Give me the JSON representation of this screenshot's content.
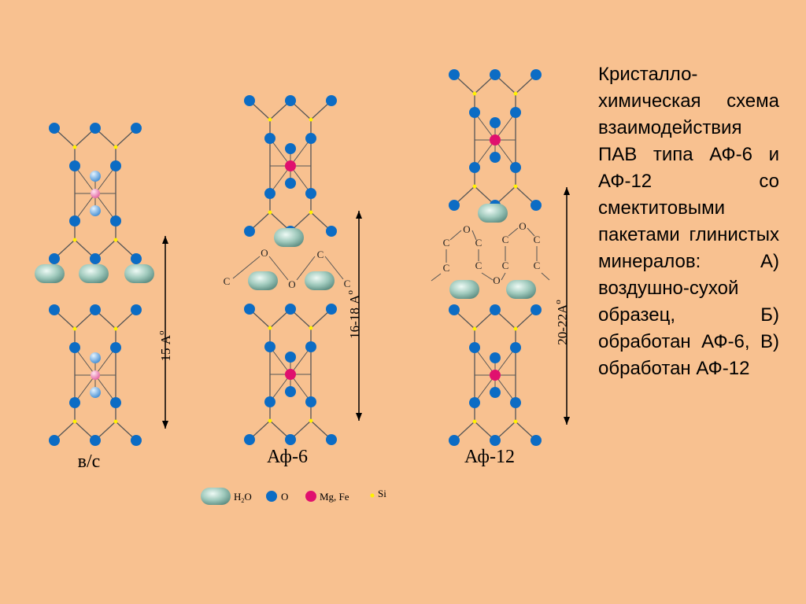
{
  "caption": "Кристалло-химическая схема взаимодействия ПАВ типа АФ-6 и АФ-12 со смектитовыми пакетами глинистых минералов: А) воздушно-сухой образец, Б) обработан АФ-6, В) обработан АФ-12",
  "panels": [
    {
      "label": "в/с",
      "spacing": "15 А",
      "spacing_sup": "о"
    },
    {
      "label": "Аф-6",
      "spacing": "16-18 А",
      "spacing_sup": "о"
    },
    {
      "label": "Аф-12",
      "spacing": "20-22А",
      "spacing_sup": "о"
    }
  ],
  "legend": {
    "water": "H2O",
    "oxygen": "O",
    "metal": "Mg, Fe",
    "silicon": "Si"
  },
  "chain_letters": {
    "carbon": "C",
    "oxygen": "O"
  },
  "colors": {
    "background": "#f8c190",
    "oxygen": "#0c6cc4",
    "oxygen_light": "#6aaee0",
    "silicon": "#fff200",
    "metal": "#e0106e",
    "metal_light": "#f39ac1",
    "water": "#9fc9bc",
    "bond": "#555555"
  }
}
